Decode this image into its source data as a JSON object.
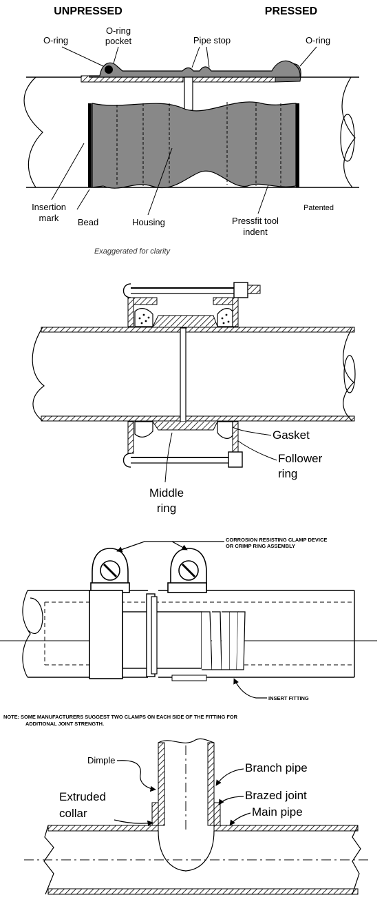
{
  "fig1": {
    "heading_left": "UNPRESSED",
    "heading_right": "PRESSED",
    "label_oring_left": "O-ring",
    "label_pocket_1": "O-ring",
    "label_pocket_2": "pocket",
    "label_pipe_stop": "Pipe stop",
    "label_oring_right": "O-ring",
    "label_insertion_1": "Insertion",
    "label_insertion_2": "mark",
    "label_bead": "Bead",
    "label_housing": "Housing",
    "label_pressfit_1": "Pressfit tool",
    "label_pressfit_2": "indent",
    "label_patented": "Patented",
    "caption": "Exaggerated for clarity"
  },
  "fig2": {
    "label_gasket": "Gasket",
    "label_follower_1": "Follower",
    "label_follower_2": "ring",
    "label_middle_1": "Middle",
    "label_middle_2": "ring"
  },
  "fig3": {
    "label_clamp_1": "CORROSION RESISTING CLAMP DEVICE",
    "label_clamp_2": "OR CRIMP RING ASSEMBLY",
    "label_insert": "INSERT FITTING",
    "note_1": "NOTE:  SOME MANUFACTURERS SUGGEST TWO CLAMPS ON EACH SIDE OF THE FITTING FOR",
    "note_2": "ADDITIONAL JOINT STRENGTH."
  },
  "fig4": {
    "label_dimple": "Dimple",
    "label_branch": "Branch pipe",
    "label_brazed": "Brazed joint",
    "label_main": "Main pipe",
    "label_extruded_1": "Extruded",
    "label_extruded_2": "collar"
  }
}
